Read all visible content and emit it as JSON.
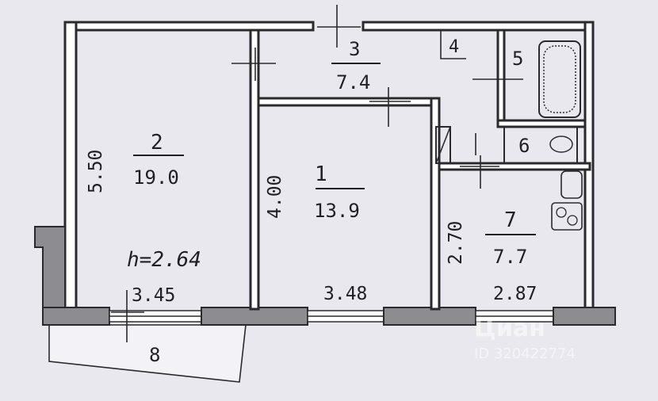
{
  "rooms": [
    {
      "number": "1",
      "area": "13.9"
    },
    {
      "number": "2",
      "area": "19.0"
    },
    {
      "number": "3",
      "area": "7.4"
    },
    {
      "number": "4"
    },
    {
      "number": "5"
    },
    {
      "number": "6"
    },
    {
      "number": "7",
      "area": "7.7"
    },
    {
      "number": "8"
    }
  ],
  "dimensions": {
    "room2_height": "5.50",
    "room1_height": "4.00",
    "room7_height": "2.70",
    "width_2": "3.45",
    "width_1": "3.48",
    "width_7": "2.87",
    "ceiling": "h=2.64"
  },
  "watermark": {
    "brand": "Циан",
    "id": "ID 320422774"
  },
  "colors": {
    "paper": "#e9e8ee",
    "ink": "#1f1f24",
    "wall_fill": "#8d8c90"
  }
}
